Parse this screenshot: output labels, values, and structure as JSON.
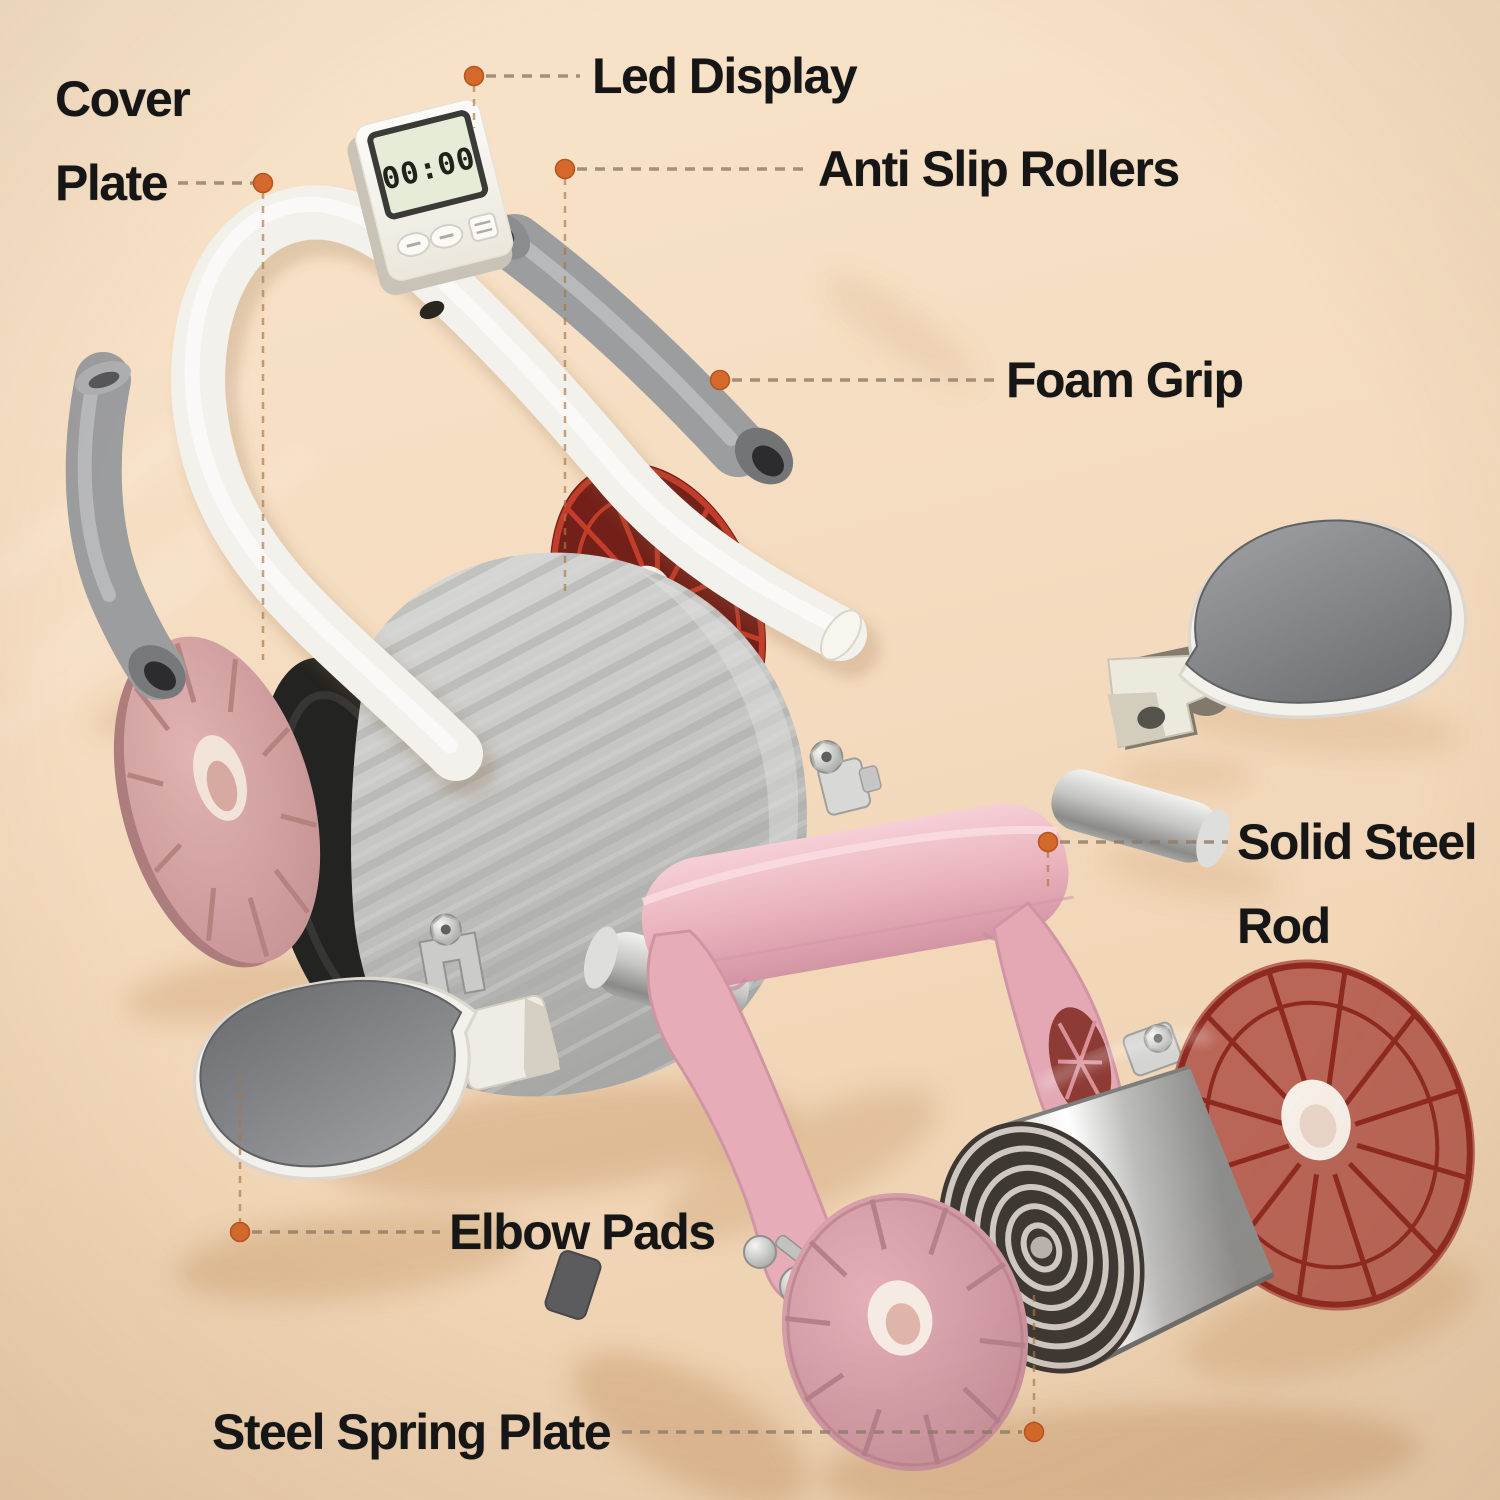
{
  "labels": {
    "cover_plate": {
      "line1": "Cover",
      "line2": "Plate"
    },
    "led_display": {
      "text": "Led Display"
    },
    "anti_slip_rollers": {
      "text": "Anti Slip Rollers"
    },
    "foam_grip": {
      "text": "Foam Grip"
    },
    "solid_steel_rod": {
      "line1": "Solid Steel",
      "line2": "Rod"
    },
    "elbow_pads": {
      "text": "Elbow Pads"
    },
    "steel_spring_plate": {
      "text": "Steel Spring Plate"
    }
  },
  "timer": {
    "display": "00:00"
  },
  "colors": {
    "background_top": "#f8e4cb",
    "background_bottom": "#eed2b2",
    "label_text": "#161616",
    "leader_dot": "#d4692b",
    "leader_dash": "#8d7a68",
    "handlebar_white": "#f3f1ec",
    "foam_grip_gray": "#9c9d9f",
    "roller_gray": "#c6c6c4",
    "wheel_hub_red": "#7c241c",
    "spring_disc_red": "#b96557",
    "cover_plate_pink": "#d9a9a8",
    "body_pink": "#ecb6c1",
    "steel_silver": "#c9c9c7",
    "elbow_pad_gray": "#8b8d8f",
    "lcd_green": "#e6ecd8"
  }
}
